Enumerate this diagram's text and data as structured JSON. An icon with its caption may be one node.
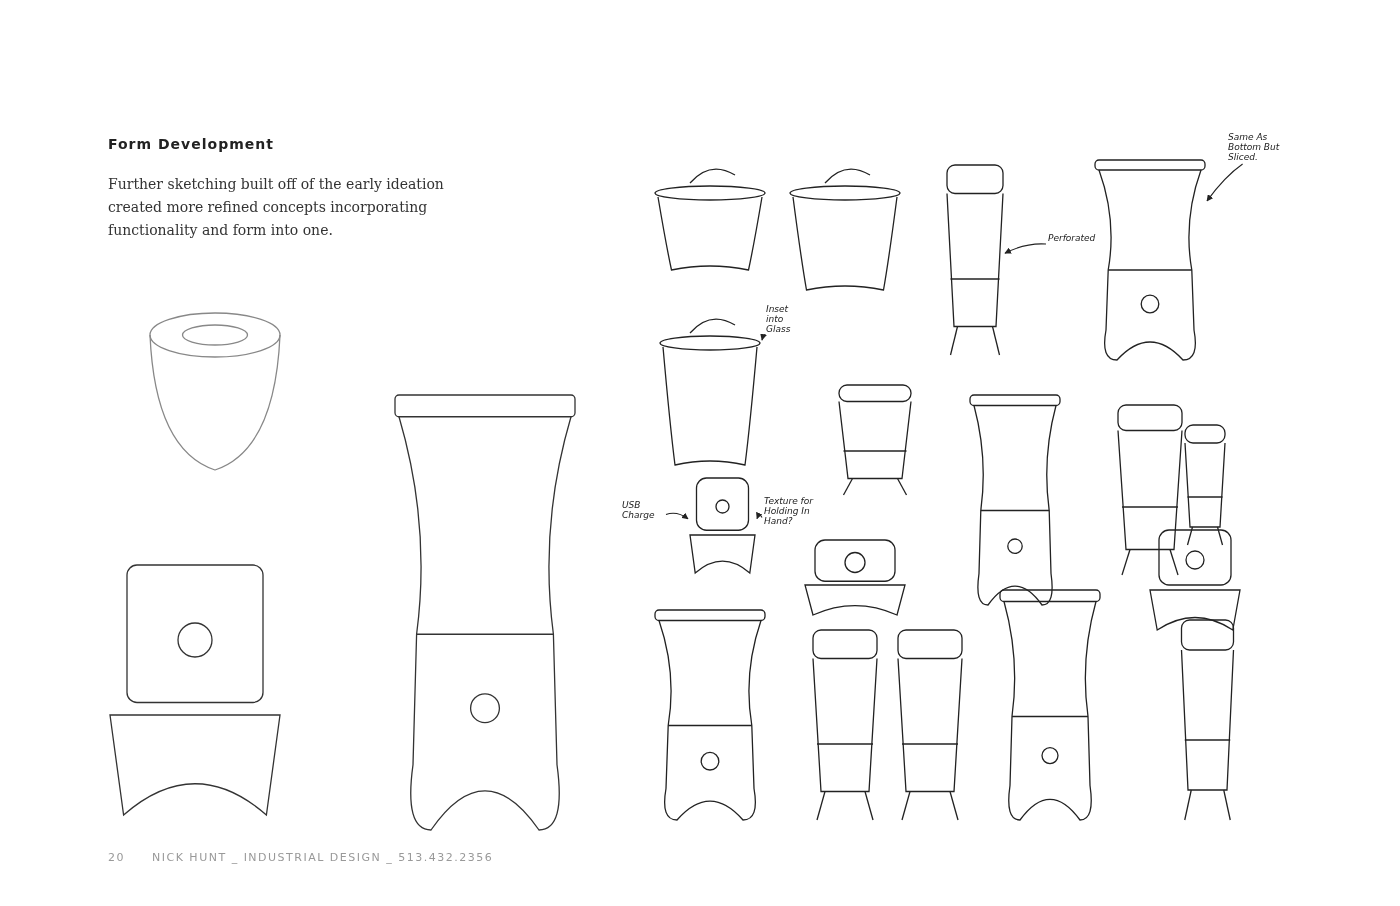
{
  "diagram": {
    "title": "Form Development",
    "nodes": [
      {
        "text": [
          "Same As Bottom But Sliced."
        ]
      },
      {
        "text": [
          "Perforated"
        ]
      },
      {
        "text": [
          "Inset into Glass"
        ]
      },
      {
        "text": [
          "USB Charge"
        ]
      },
      {
        "text": [
          "Texture for Holding In Hand?"
        ]
      },
      {
        "text": [],
        "shape": "picture"
      },
      {
        "text": [],
        "shape": "picture"
      },
      {
        "text": [],
        "shape": "picture"
      },
      {
        "text": [],
        "shape": "picture"
      }
    ],
    "edges": [
      {
        "from": 0,
        "to": 8,
        "arrow": "to"
      },
      {
        "from": 1,
        "to": 7,
        "arrow": "to"
      },
      {
        "from": 2,
        "to": 5,
        "arrow": "to"
      },
      {
        "from": 3,
        "to": 6,
        "arrow": "to"
      },
      {
        "from": 4,
        "to": 6,
        "arrow": "to"
      }
    ],
    "labels": [
      "Further sketching built off of the early ideation created more refined concepts incorporating functionality and form into one.",
      "20",
      "NICK HUNT _ INDUSTRIAL DESIGN _ 513.432.2356"
    ]
  }
}
